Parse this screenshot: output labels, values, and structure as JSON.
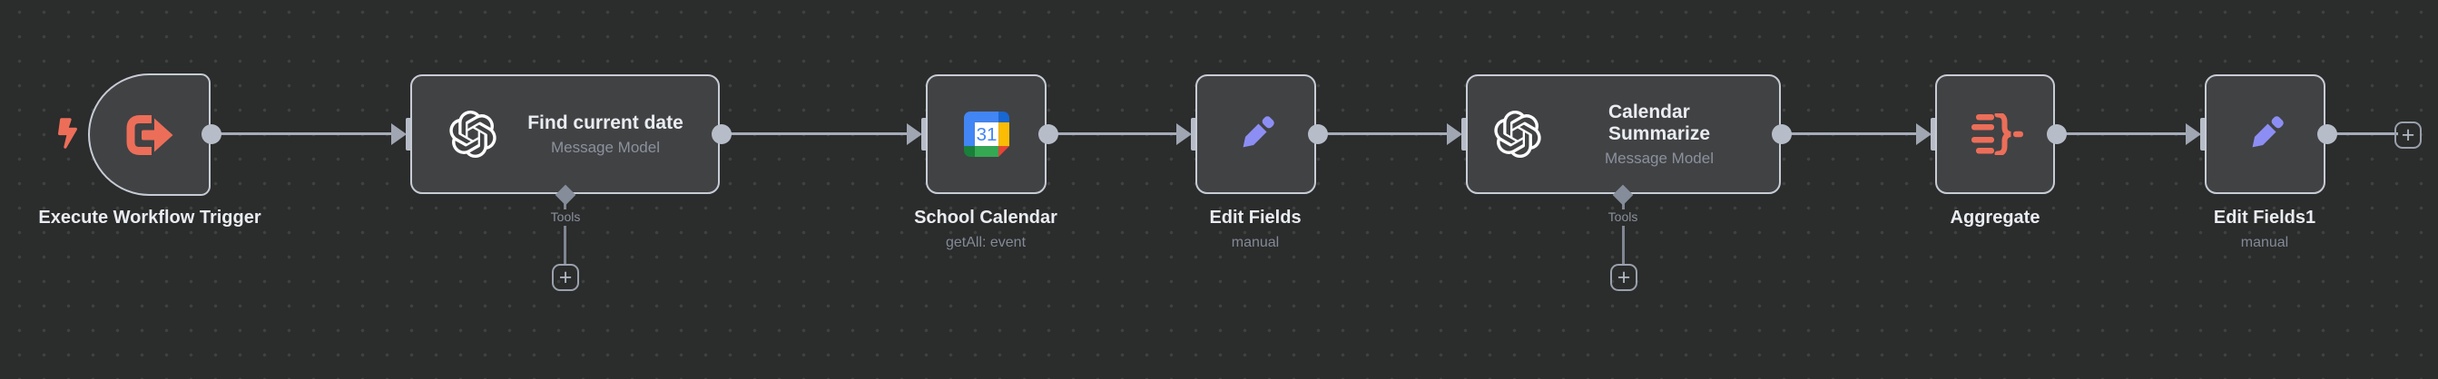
{
  "workflow": {
    "nodes": [
      {
        "title": "Execute Workflow Trigger",
        "icon": "execute-workflow-trigger-icon"
      },
      {
        "title": "Find current date",
        "subtitle": "Message Model",
        "icon": "openai-icon",
        "tools_label": "Tools"
      },
      {
        "title": "School Calendar",
        "subtitle": "getAll: event",
        "icon": "google-calendar-icon"
      },
      {
        "title": "Edit Fields",
        "subtitle": "manual",
        "icon": "pencil-icon"
      },
      {
        "title": "Calendar\nSummarize",
        "subtitle": "Message Model",
        "icon": "openai-icon",
        "tools_label": "Tools"
      },
      {
        "title": "Aggregate",
        "icon": "aggregate-icon"
      },
      {
        "title": "Edit Fields1",
        "subtitle": "manual",
        "icon": "pencil-icon"
      }
    ],
    "calendar_day": "31",
    "plus_glyph": "+",
    "colors": {
      "canvas_bg": "#2b2c2c",
      "node_bg": "#414244",
      "node_border": "#c7ccd5",
      "connector_gray": "#a6acb8",
      "accent_orange": "#ec6e59",
      "accent_purple": "#8d8ef3",
      "gcal_blue": "#4285f4",
      "gcal_yellow": "#fbbc04",
      "gcal_green": "#34a853",
      "gcal_red": "#ea4335",
      "title_text": "#e9ecf0",
      "subtitle_text": "#838a96"
    }
  }
}
